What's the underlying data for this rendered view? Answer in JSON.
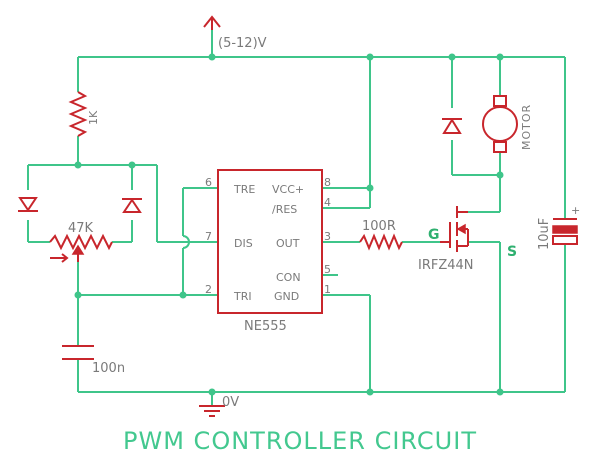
{
  "title": "PWM CONTROLLER CIRCUIT",
  "supply": {
    "label": "(5-12)V"
  },
  "ground": {
    "label": "0V"
  },
  "ic": {
    "name": "NE555",
    "pins_left": [
      {
        "num": "6",
        "label": "TRE"
      },
      {
        "num": "7",
        "label": "DIS"
      },
      {
        "num": "2",
        "label": "TRI"
      }
    ],
    "pins_right": [
      {
        "num": "8",
        "label": "VCC+"
      },
      {
        "num": "4",
        "label": "/RES"
      },
      {
        "num": "3",
        "label": "OUT"
      },
      {
        "num": "5",
        "label": "CON"
      },
      {
        "num": "1",
        "label": "GND"
      }
    ]
  },
  "components": {
    "r1": "1K",
    "pot": "47K",
    "cap_timing": "100n",
    "r_gate": "100R",
    "mosfet": "IRFZ44N",
    "gate_label": "G",
    "source_label": "S",
    "cap_bulk": "10uF",
    "cap_polarity": "+",
    "motor": "MOTOR"
  },
  "colors": {
    "wire": "#3fc58a",
    "component": "#c8262c",
    "text": "#7a7a7a",
    "title": "#43c88f"
  }
}
